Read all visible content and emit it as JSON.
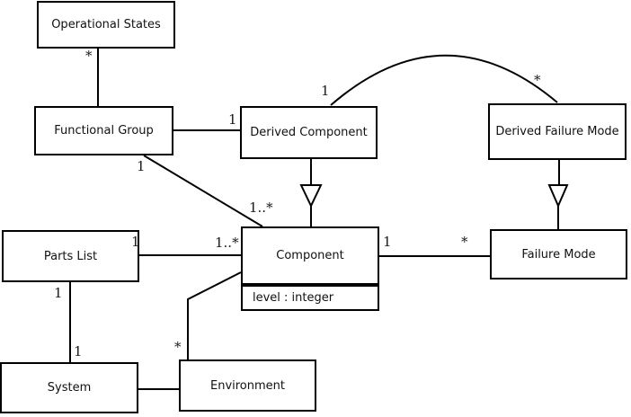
{
  "diagram": {
    "boxes": {
      "operational_states": "Operational States",
      "functional_group": "Functional Group",
      "derived_component": "Derived Component",
      "derived_failure_mode": "Derived Failure Mode",
      "parts_list": "Parts List",
      "component": "Component",
      "component_attribute": "level : integer",
      "failure_mode": "Failure Mode",
      "system": "System",
      "environment": "Environment"
    },
    "multiplicities": {
      "os_fg": "*",
      "fg_dc": "1",
      "arc_dc": "1",
      "arc_dfm": "*",
      "fg_comp_src": "1",
      "fg_comp_dst": "1..*",
      "pl_comp_src": "1",
      "pl_comp_dst": "1..*",
      "comp_fm_src": "1",
      "comp_fm_dst": "*",
      "comp_env": "*",
      "pl_sys_src": "1",
      "pl_sys_dst": "1"
    },
    "colors": {
      "line": "#000000",
      "background": "#ffffff",
      "text": "#111111"
    }
  }
}
